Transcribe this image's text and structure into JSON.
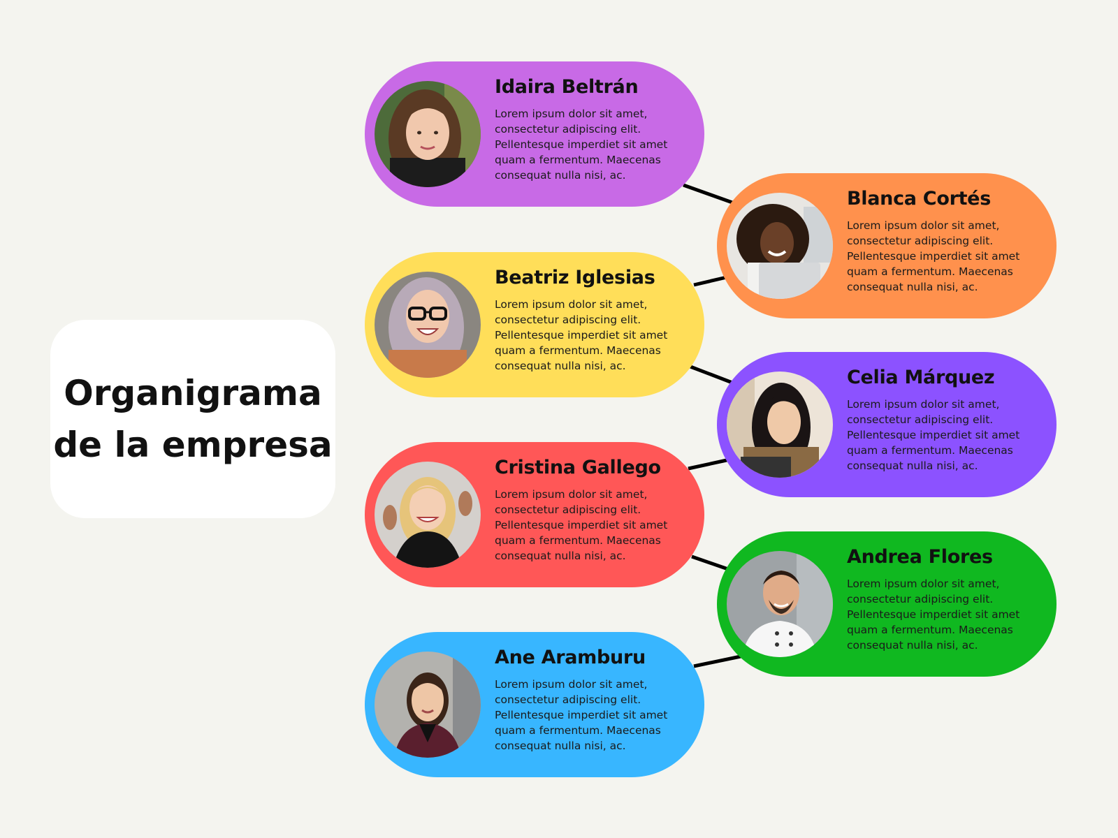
{
  "title": {
    "line1": "Organigrama",
    "line2": "de la empresa"
  },
  "description_text": "Lorem ipsum dolor sit amet, consectetur adipiscing elit. Pellentesque imperdiet sit amet quam a fermentum. Maecenas consequat nulla nisi, ac.",
  "members": [
    {
      "name": "Idaira Beltrán",
      "color": "#c86ae6",
      "photo_icon": "woman-portrait-icon"
    },
    {
      "name": "Blanca Cortés",
      "color": "#ff914d",
      "photo_icon": "woman-laptop-portrait-icon"
    },
    {
      "name": "Beatriz Iglesias",
      "color": "#ffde59",
      "photo_icon": "woman-glasses-portrait-icon"
    },
    {
      "name": "Celia Márquez",
      "color": "#8c52ff",
      "photo_icon": "woman-laptop-portrait-icon"
    },
    {
      "name": "Cristina Gallego",
      "color": "#ff5757",
      "photo_icon": "woman-portrait-icon"
    },
    {
      "name": "Andrea Flores",
      "color": "#10b820",
      "photo_icon": "chef-portrait-icon"
    },
    {
      "name": "Ane Aramburu",
      "color": "#38b6ff",
      "photo_icon": "woman-portrait-icon"
    }
  ]
}
